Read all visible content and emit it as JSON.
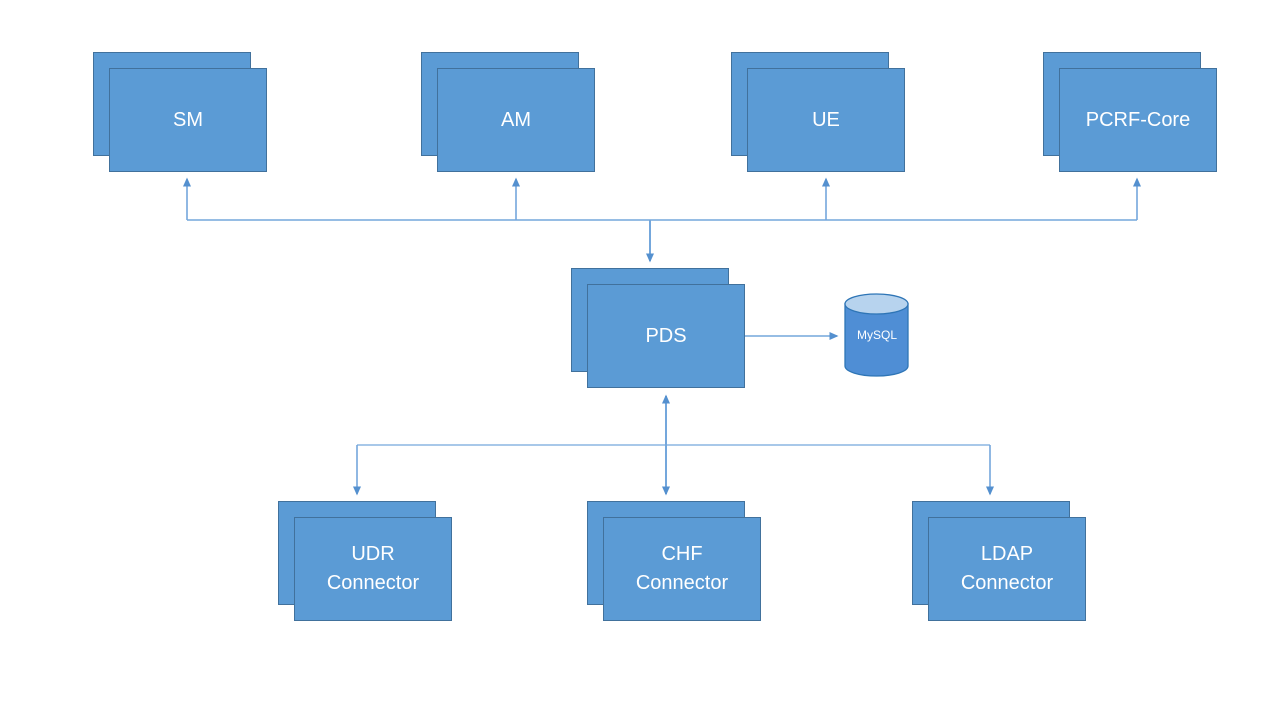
{
  "diagram": {
    "background": "#ffffff",
    "colors": {
      "node_fill": "#5b9bd5",
      "node_border": "#41719c",
      "connector_line": "#74a7dc",
      "arrowhead": "#5490cf",
      "cylinder_body": "#4f8ed5",
      "cylinder_top": "#b7d3ee",
      "cylinder_border": "#2e75b6",
      "label_text": "#ffffff"
    },
    "nodes": {
      "sm": {
        "label": "SM",
        "type": "stacked-box"
      },
      "am": {
        "label": "AM",
        "type": "stacked-box"
      },
      "ue": {
        "label": "UE",
        "type": "stacked-box"
      },
      "pcrf": {
        "label": "PCRF-Core",
        "type": "stacked-box"
      },
      "pds": {
        "label": "PDS",
        "type": "stacked-box"
      },
      "mysql": {
        "label": "MySQL",
        "type": "database-cylinder"
      },
      "udr": {
        "line1": "UDR",
        "line2": "Connector",
        "type": "stacked-box"
      },
      "chf": {
        "line1": "CHF",
        "line2": "Connector",
        "type": "stacked-box"
      },
      "ldap": {
        "line1": "LDAP",
        "line2": "Connector",
        "type": "stacked-box"
      }
    },
    "edges": [
      {
        "from": "top-bus",
        "to": "SM",
        "arrow": "into SM"
      },
      {
        "from": "top-bus",
        "to": "AM",
        "arrow": "into AM"
      },
      {
        "from": "top-bus",
        "to": "UE",
        "arrow": "into UE"
      },
      {
        "from": "top-bus",
        "to": "PCRF-Core",
        "arrow": "into PCRF-Core"
      },
      {
        "from": "top-bus",
        "to": "PDS",
        "arrow": "into PDS"
      },
      {
        "from": "PDS",
        "to": "MySQL",
        "arrow": "into MySQL"
      },
      {
        "from": "PDS",
        "to": "CHF Connector",
        "arrow": "both ends"
      },
      {
        "from": "bottom-bus",
        "to": "UDR Connector",
        "arrow": "into UDR Connector"
      },
      {
        "from": "bottom-bus",
        "to": "LDAP Connector",
        "arrow": "into LDAP Connector"
      }
    ]
  }
}
